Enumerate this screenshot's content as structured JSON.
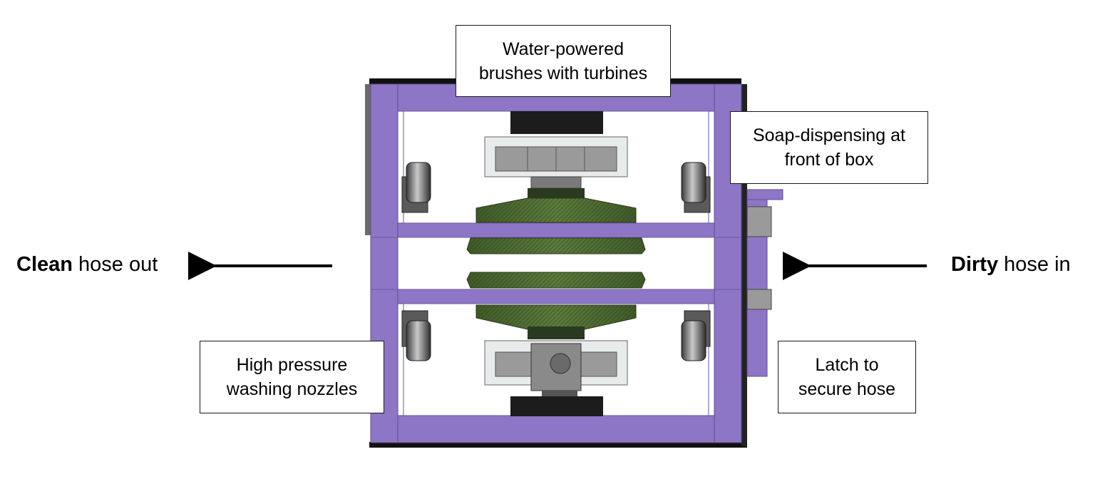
{
  "labels": {
    "turbine_brushes": {
      "line1": "Water-powered",
      "line2": "brushes with turbines"
    },
    "soap_dispensing": {
      "line1": "Soap-dispensing at",
      "line2": "front of box"
    },
    "nozzles": {
      "line1": "High pressure",
      "line2": "washing nozzles"
    },
    "latch": {
      "line1": "Latch to",
      "line2": "secure hose"
    },
    "hose_out": {
      "bold": "Clean",
      "rest": " hose out"
    },
    "hose_in": {
      "bold": "Dirty",
      "rest": " hose in"
    }
  },
  "colors": {
    "frame_purple": "#8e76c6",
    "brush_green": "#4f6b34",
    "metal_gray": "#8c8c8c",
    "dark_part": "#1c1c1c",
    "arrow": "#000000"
  }
}
